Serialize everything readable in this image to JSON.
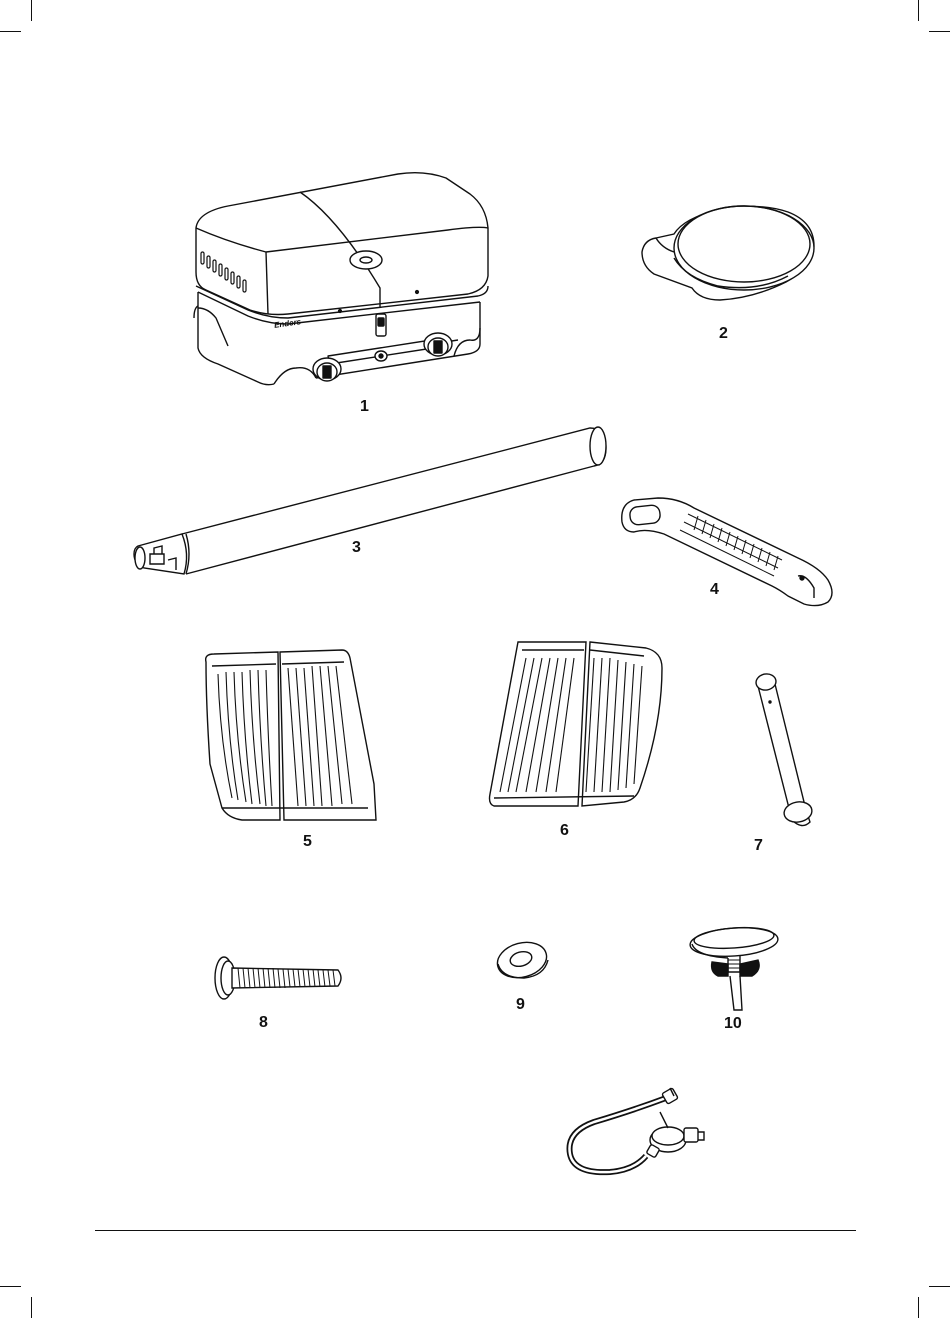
{
  "logo_text": "Enders",
  "parts": [
    {
      "number": "1",
      "icon": "gas-grill-icon"
    },
    {
      "number": "2",
      "icon": "drip-tray-icon"
    },
    {
      "number": "3",
      "icon": "leg-tube-icon"
    },
    {
      "number": "4",
      "icon": "handle-icon"
    },
    {
      "number": "5",
      "icon": "grill-grate-icon"
    },
    {
      "number": "6",
      "icon": "grill-grate-icon"
    },
    {
      "number": "7",
      "icon": "cylinder-tube-icon"
    },
    {
      "number": "8",
      "icon": "bolt-icon"
    },
    {
      "number": "9",
      "icon": "washer-icon"
    },
    {
      "number": "10",
      "icon": "wing-nut-foot-icon"
    },
    {
      "number": "",
      "icon": "gas-hose-regulator-icon"
    }
  ],
  "colors": {
    "line": "#111111",
    "background": "#ffffff"
  }
}
